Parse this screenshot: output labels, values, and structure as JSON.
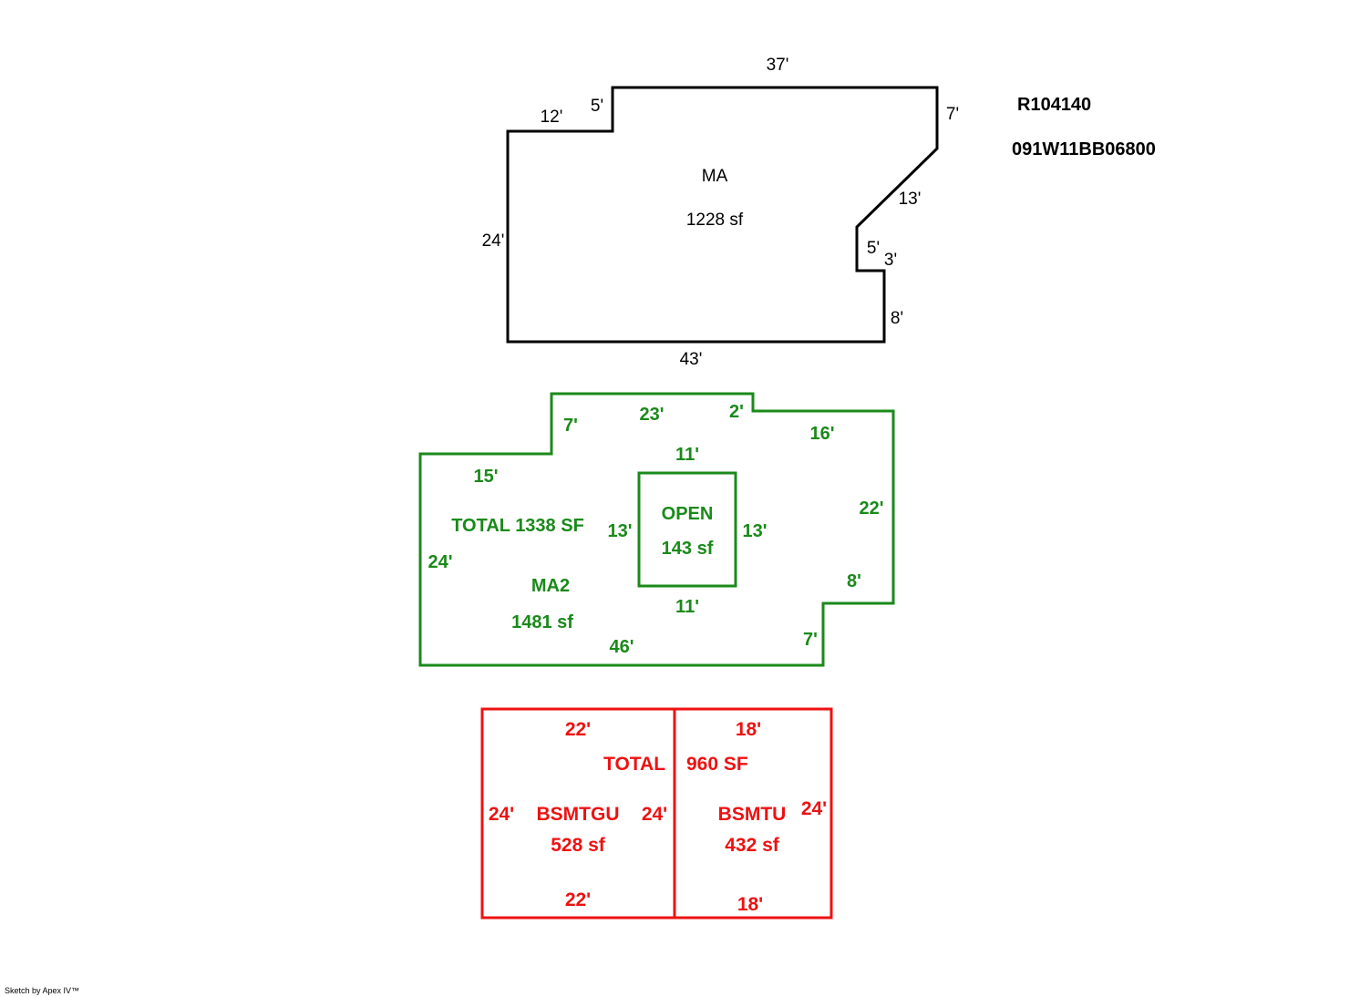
{
  "parcel": {
    "account_id": "R104140",
    "map_number": "091W11BB06800"
  },
  "footer": {
    "credit": "Sketch by Apex IV™"
  },
  "colors": {
    "main_floor": "#000000",
    "upper_floor": "#1a8a1a",
    "basement": "#ee1111"
  },
  "main_floor": {
    "name": "MA",
    "area": "1228 sf",
    "dims": {
      "top": "37'",
      "upper_left": "12'",
      "left_jog": "5'",
      "right": "7'",
      "diagonal": "13'",
      "inner_jog_v": "5'",
      "inner_jog_h": "3'",
      "lower_right": "8'",
      "left": "24'",
      "bottom": "43'"
    }
  },
  "upper_floor": {
    "total": "TOTAL 1338 SF",
    "name": "MA2",
    "area": "1481 sf",
    "dims": {
      "left_jog": "7'",
      "top": "23'",
      "right_jog": "2'",
      "upper_right": "16'",
      "upper_left": "15'",
      "right": "22'",
      "left": "24'",
      "lower_right_jog_v": "8'",
      "lower_right_jog_h": "7'",
      "bottom": "46'"
    },
    "open": {
      "name": "OPEN",
      "area": "143 sf",
      "top": "11'",
      "bottom": "11'",
      "left": "13'",
      "right": "13'"
    }
  },
  "basement": {
    "total_label": "TOTAL",
    "total_value": "960 SF",
    "garage": {
      "name": "BSMTGU",
      "area": "528 sf",
      "top": "22'",
      "bottom": "22'",
      "left": "24'",
      "right": "24'"
    },
    "unfinished": {
      "name": "BSMTU",
      "area": "432 sf",
      "top": "18'",
      "bottom": "18'",
      "right": "24'"
    }
  }
}
